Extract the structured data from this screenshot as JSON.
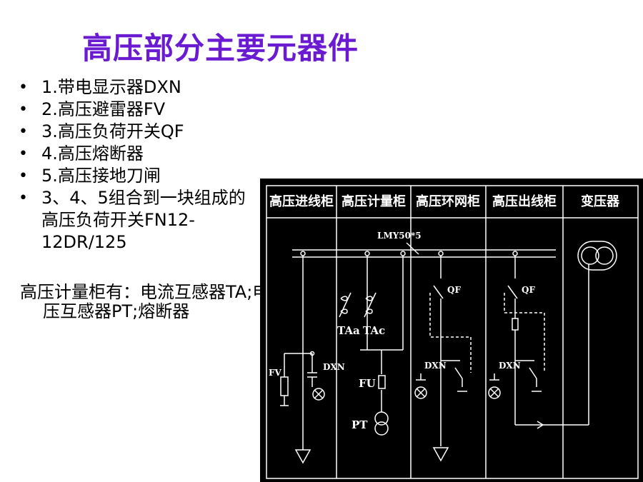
{
  "title": "高压部分主要元器件",
  "bullets": [
    "1.带电显示器DXN",
    "2.高压避雷器FV",
    "3.高压负荷开关QF",
    "4.高压熔断器",
    "5.高压接地刀闸",
    "3、4、5组合到一块组成的高压负荷开关FN12-12DR/125"
  ],
  "paragraph": "高压计量柜有：电流互感器TA;电压互感器PT;熔断器",
  "diagram": {
    "headers": [
      "高压进线柜",
      "高压计量柜",
      "高压环网柜",
      "高压出线柜",
      "变压器"
    ],
    "labels": {
      "busbar": "LMY50*5",
      "fv": "FV",
      "dxn": "DXN",
      "taa": "TAa",
      "tac": "TAc",
      "fu": "FU",
      "pt": "PT",
      "qf": "QF"
    },
    "colors": {
      "background": "#000000",
      "lines": "#ffffff",
      "title": "#6a1ad0"
    }
  }
}
